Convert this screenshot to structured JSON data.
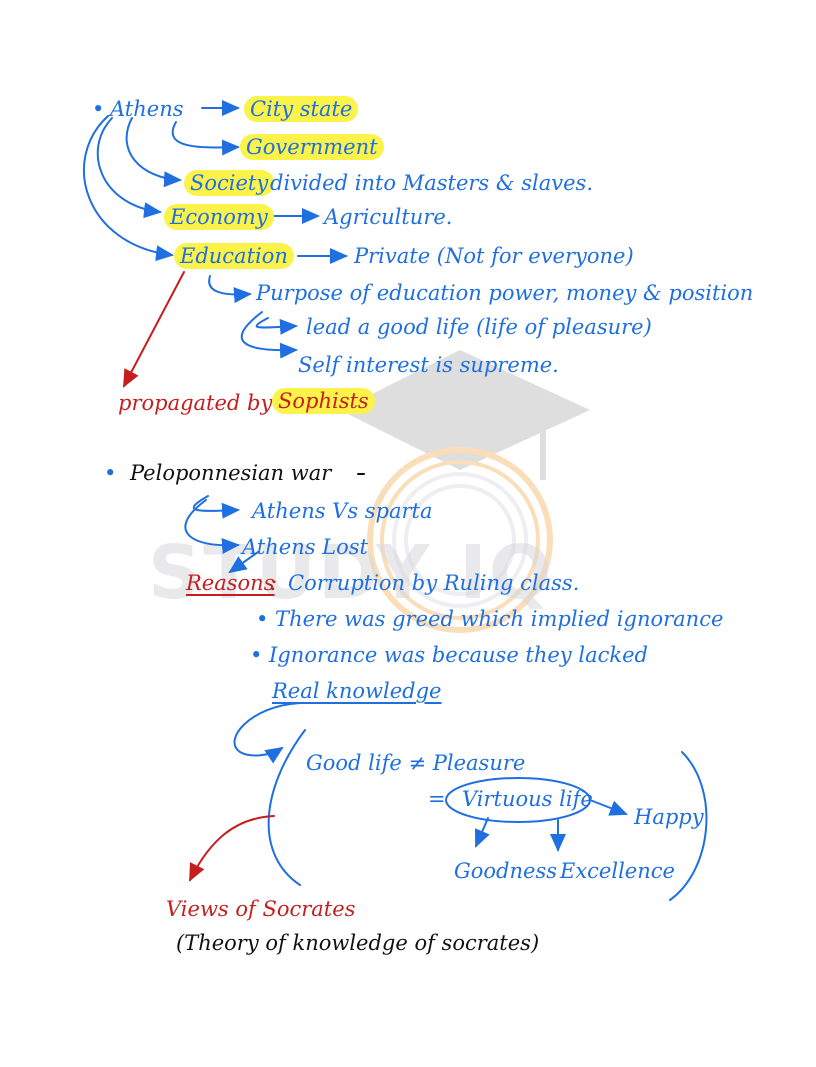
{
  "watermark": {
    "text": "STUDY IQ",
    "accent": "#f29b2c"
  },
  "colors": {
    "blue": "#1f6fe0",
    "red": "#c41e1e",
    "black": "#111111",
    "highlight": "#fbf24a"
  },
  "athens": {
    "bullet": "•",
    "title": "Athens",
    "city_state": "City state",
    "government": "Government",
    "society_label": "Society",
    "society_rest": "divided into Masters & slaves.",
    "economy_label": "Economy",
    "economy_value": "Agriculture.",
    "education_label": "Education",
    "education_value": "Private (Not for everyone)",
    "purpose": "Purpose of education power, money & position",
    "good_life": "lead a good life (life of pleasure)",
    "self_interest": "Self interest is supreme.",
    "propagated": "propagated by",
    "sophists": "Sophists"
  },
  "war": {
    "bullet": "•",
    "title": "Peloponnesian war",
    "vs": "Athens Vs sparta",
    "lost": "Athens Lost",
    "reasons_label": "Reasons",
    "reasons_colon": ":",
    "reason_main": "Corruption by Ruling class.",
    "point1": "• There was greed which implied ignorance",
    "point2": "• Ignorance was because they lacked",
    "point2_cont": "Real knowledge"
  },
  "socrates": {
    "good_life": "Good life ≠ Pleasure",
    "equals": "=",
    "virtuous": "Virtuous life",
    "happy": "Happy",
    "goodness": "Goodness",
    "excellence": "Excellence",
    "views": "Views of Socrates",
    "theory": "(Theory of knowledge of socrates)"
  }
}
